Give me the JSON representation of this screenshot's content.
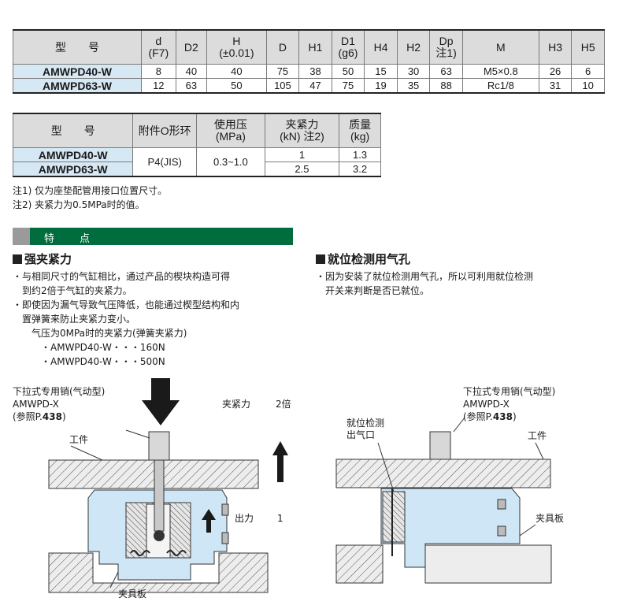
{
  "specs_table": {
    "headers": [
      "型　　号",
      "d\n(F7)",
      "D2",
      "H\n(±0.01)",
      "D",
      "H1",
      "D1\n(g6)",
      "H4",
      "H2",
      "Dp\n注1)",
      "M",
      "H3",
      "H5"
    ],
    "rows": [
      [
        "AMWPD40-W",
        "8",
        "40",
        "40",
        "75",
        "38",
        "50",
        "15",
        "30",
        "63",
        "M5×0.8",
        "26",
        "6"
      ],
      [
        "AMWPD63-W",
        "12",
        "63",
        "50",
        "105",
        "47",
        "75",
        "19",
        "35",
        "88",
        "Rc1/8",
        "31",
        "10"
      ]
    ]
  },
  "specs_table2": {
    "headers": [
      "型　　号",
      "附件O形环",
      "使用压\n(MPa)",
      "夹紧力\n(kN) 注2)",
      "质量\n(kg)"
    ],
    "models": [
      "AMWPD40-W",
      "AMWPD63-W"
    ],
    "oring": "P4(JIS)",
    "pressure": "0.3~1.0",
    "clamp_force": [
      "1",
      "2.5"
    ],
    "mass": [
      "1.3",
      "3.2"
    ]
  },
  "notes": [
    "注1) 仅为座垫配管用接口位置尺寸。",
    "注2) 夹紧力为0.5MPa时的值。"
  ],
  "features": {
    "bar_title": "特　　点",
    "left_heading": "强夹紧力",
    "left_paragraphs": [
      "・与相同尺寸的气缸相比，通过产品的楔块构造可得",
      "　到约2倍于气缸的夹紧力。",
      "・即使因为漏气导致气压降低，也能通过楔型结构和内",
      "　置弹簧来防止夹紧力变小。",
      "　　气压为0MPa时的夹紧力(弹簧夹紧力)",
      "　　　・AMWPD40-W・・・160N",
      "　　　・AMWPD40-W・・・500N"
    ],
    "right_heading": "就位检测用气孔",
    "right_paragraphs": [
      "・因为安装了就位检测用气孔，所以可利用就位检测",
      "　开关来判断是否已就位。"
    ]
  },
  "diagram_left": {
    "pin_label": "下拉式专用销(气动型)",
    "pin_model": "AMWPD-X",
    "pin_ref_prefix": "(参照P.",
    "pin_ref_page": "438",
    "pin_ref_suffix": ")",
    "workpiece": "工件",
    "clamp_label": "夹紧力",
    "clamp_value": "2倍",
    "output_label": "出力",
    "output_value": "1",
    "fixture": "夹具板"
  },
  "diagram_right": {
    "pin_label": "下拉式专用销(气动型)",
    "pin_model": "AMWPD-X",
    "pin_ref_prefix": "(参照P.",
    "pin_ref_page": "438",
    "pin_ref_suffix": ")",
    "detect_label_1": "就位检测",
    "detect_label_2": "出气口",
    "workpiece": "工件",
    "fixture": "夹具板"
  },
  "colors": {
    "accent_green": "#006d3e",
    "model_cell": "#d7e8f5",
    "header_cell": "#dcdcdc",
    "body_blue": "#cfe6f7"
  }
}
